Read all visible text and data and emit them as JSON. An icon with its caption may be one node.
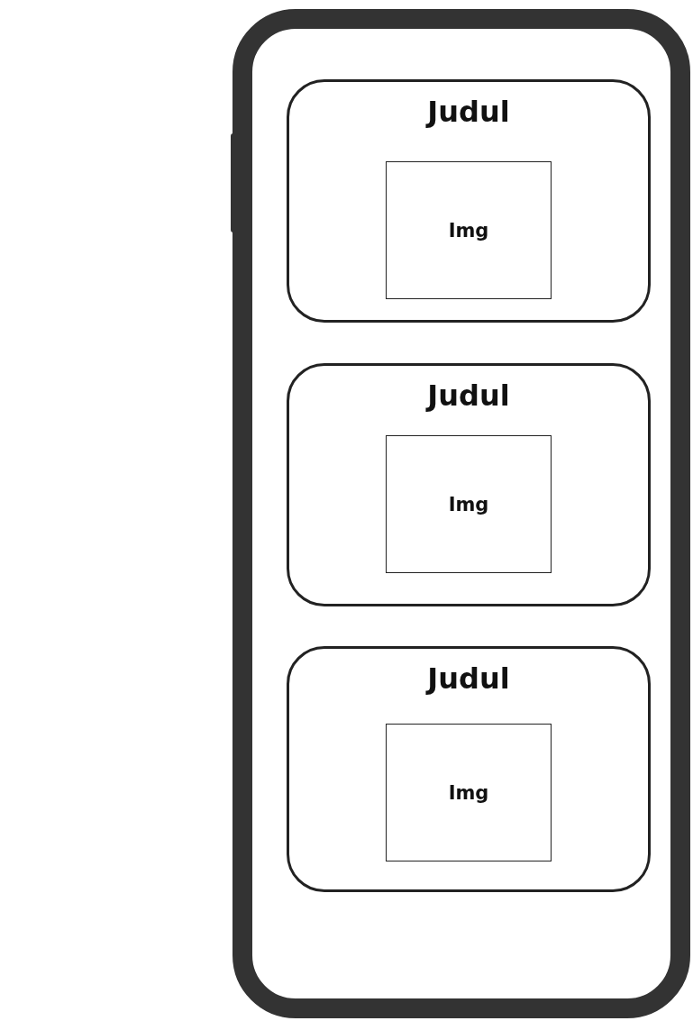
{
  "diagram": {
    "nodes": [
      {
        "text": [],
        "shape": "box"
      },
      {
        "text": [
          "Judul"
        ],
        "in": 0
      },
      {
        "text": [
          "Img"
        ],
        "in": 1
      },
      {
        "text": [
          "Judul"
        ],
        "in": 0
      },
      {
        "text": [
          "Img"
        ],
        "in": 3
      },
      {
        "text": [
          "Judul"
        ],
        "in": 0
      },
      {
        "text": [
          "Img"
        ],
        "in": 5
      }
    ]
  }
}
